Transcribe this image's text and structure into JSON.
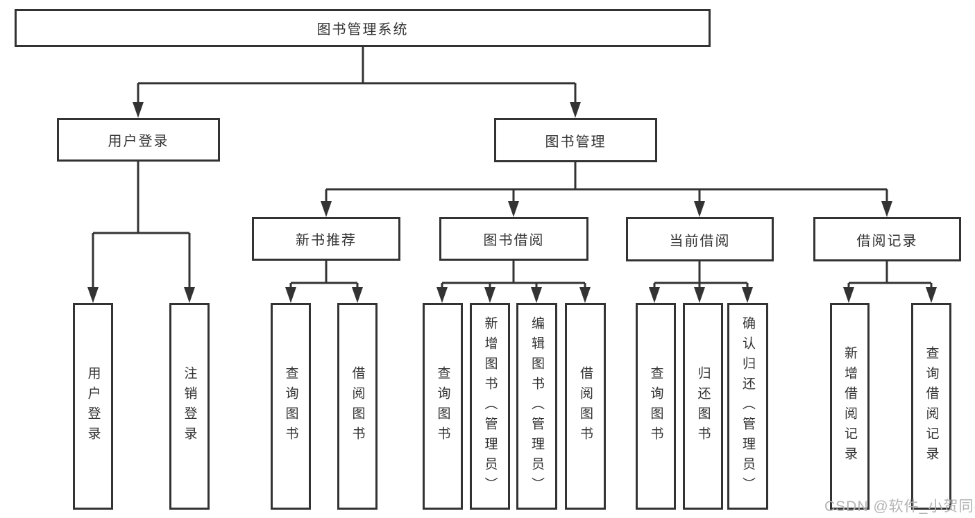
{
  "tree": {
    "label": "图书管理系统",
    "children": [
      {
        "label": "用户登录",
        "children": [
          {
            "label": "用户登录"
          },
          {
            "label": "注销登录"
          }
        ]
      },
      {
        "label": "图书管理",
        "children": [
          {
            "label": "新书推荐",
            "children": [
              {
                "label": "查询图书"
              },
              {
                "label": "借阅图书"
              }
            ]
          },
          {
            "label": "图书借阅",
            "children": [
              {
                "label": "查询图书"
              },
              {
                "label": "新增图书（管理员）"
              },
              {
                "label": "编辑图书（管理员）"
              },
              {
                "label": "借阅图书"
              }
            ]
          },
          {
            "label": "当前借阅",
            "children": [
              {
                "label": "查询图书"
              },
              {
                "label": "归还图书"
              },
              {
                "label": "确认归还（管理员）"
              }
            ]
          },
          {
            "label": "借阅记录",
            "children": [
              {
                "label": "新增借阅记录"
              },
              {
                "label": "查询借阅记录"
              }
            ]
          }
        ]
      }
    ]
  },
  "watermark": {
    "text": "CSDN @软件_小贺同学"
  },
  "colors": {
    "line": "#333333",
    "box_border": "#333333",
    "text": "#333333",
    "watermark": "#b3b3b3",
    "background": "#ffffff"
  }
}
